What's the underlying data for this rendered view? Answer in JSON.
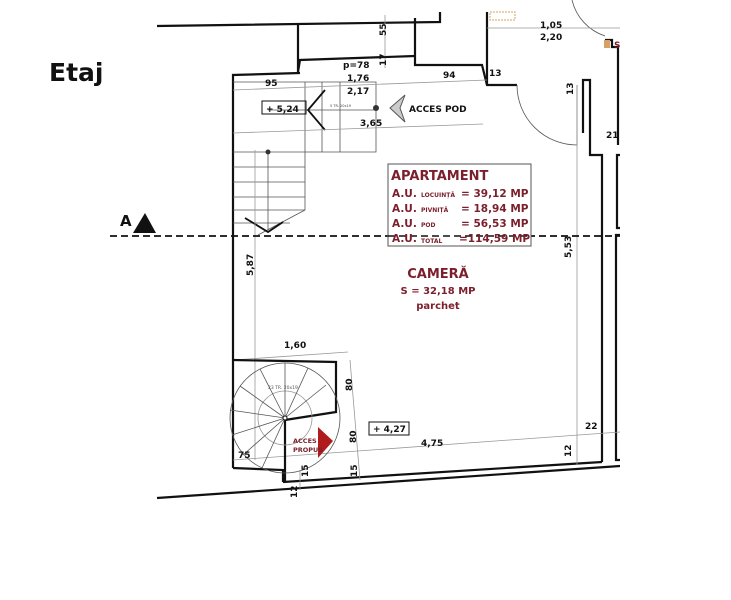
{
  "floor_label": "Etaj",
  "section_marker": "A",
  "apartment": {
    "title": "APARTAMENT",
    "rows": [
      {
        "label": "A.U.",
        "sub": "LOCUINȚĂ",
        "value": "= 39,12 MP"
      },
      {
        "label": "A.U.",
        "sub": "PIVNIȚĂ",
        "value": "= 18,94 MP"
      },
      {
        "label": "A.U.",
        "sub": "POD",
        "value": "= 56,53 MP"
      },
      {
        "label": "A.U.",
        "sub": "TOTAL",
        "value": "=114,59 MP"
      }
    ]
  },
  "room": {
    "name": "CAMERĂ",
    "area": "S = 32,18 MP",
    "floor": "parchet"
  },
  "labels": {
    "acces_pod": "ACCES POD",
    "acces_propus_1": "ACCES",
    "acces_propus_2": "PROPUS",
    "level_upper": "+ 5,24",
    "level_lower": "+ 4,27",
    "stair_spiral": "23 TR. 20x19",
    "stair_straight": "5 TR. 20x19",
    "s_mark": "S"
  },
  "dims": {
    "p78": "p=78",
    "d176": "1,76",
    "d217": "2,17",
    "d95": "95",
    "d94": "94",
    "d13a": "13",
    "d55": "55",
    "d17": "17",
    "d105": "1,05",
    "d220": "2,20",
    "d13b": "13",
    "d21": "21",
    "d365": "3,65",
    "d587": "5,87",
    "d553": "5,53",
    "d160": "1,60",
    "d80a": "80",
    "d80b": "80",
    "d475": "4,75",
    "d22": "22",
    "d12a": "12",
    "d15a": "15",
    "d15b": "15",
    "d12b": "12",
    "d75": "75"
  },
  "colors": {
    "annotation": "#7a1f2b",
    "arrow": "#b01c1c",
    "walls": "#111111"
  }
}
